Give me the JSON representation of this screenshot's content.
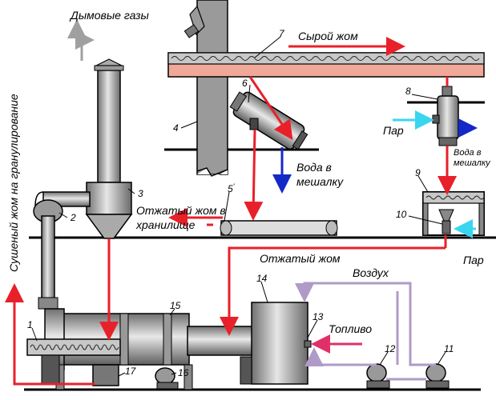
{
  "labels": {
    "flue_gases": "Дымовые газы",
    "raw_pulp": "Сырой жом",
    "water_to_mixer": "Вода в мешалку",
    "steam_left": "Пар",
    "water_to_mixer_small": "Вода в мешалку",
    "pressed_pulp_to_storage": "Отжатый жом в хранилище",
    "pressed_pulp": "Отжатый жом",
    "steam_right": "Пар",
    "air": "Воздух",
    "fuel": "Топливо",
    "dried_pulp_to_granulation": "Сушеный жом на гранулирование"
  },
  "numbers": [
    "1",
    "2",
    "3",
    "4",
    "5",
    "6",
    "7",
    "8",
    "9",
    "10",
    "11",
    "12",
    "13",
    "14",
    "15",
    "16",
    "17"
  ],
  "colors": {
    "outline": "#000000",
    "metal": "#9a9a9a",
    "metal_light": "#d8d8d8",
    "pulp_flow": "#e8202a",
    "steam": "#3ad6f0",
    "water": "#1428c8",
    "air": "#b09ac8",
    "fuel": "#e0306a",
    "conveyor": "#f0a898",
    "flue_gas": "#a0a0a0"
  }
}
